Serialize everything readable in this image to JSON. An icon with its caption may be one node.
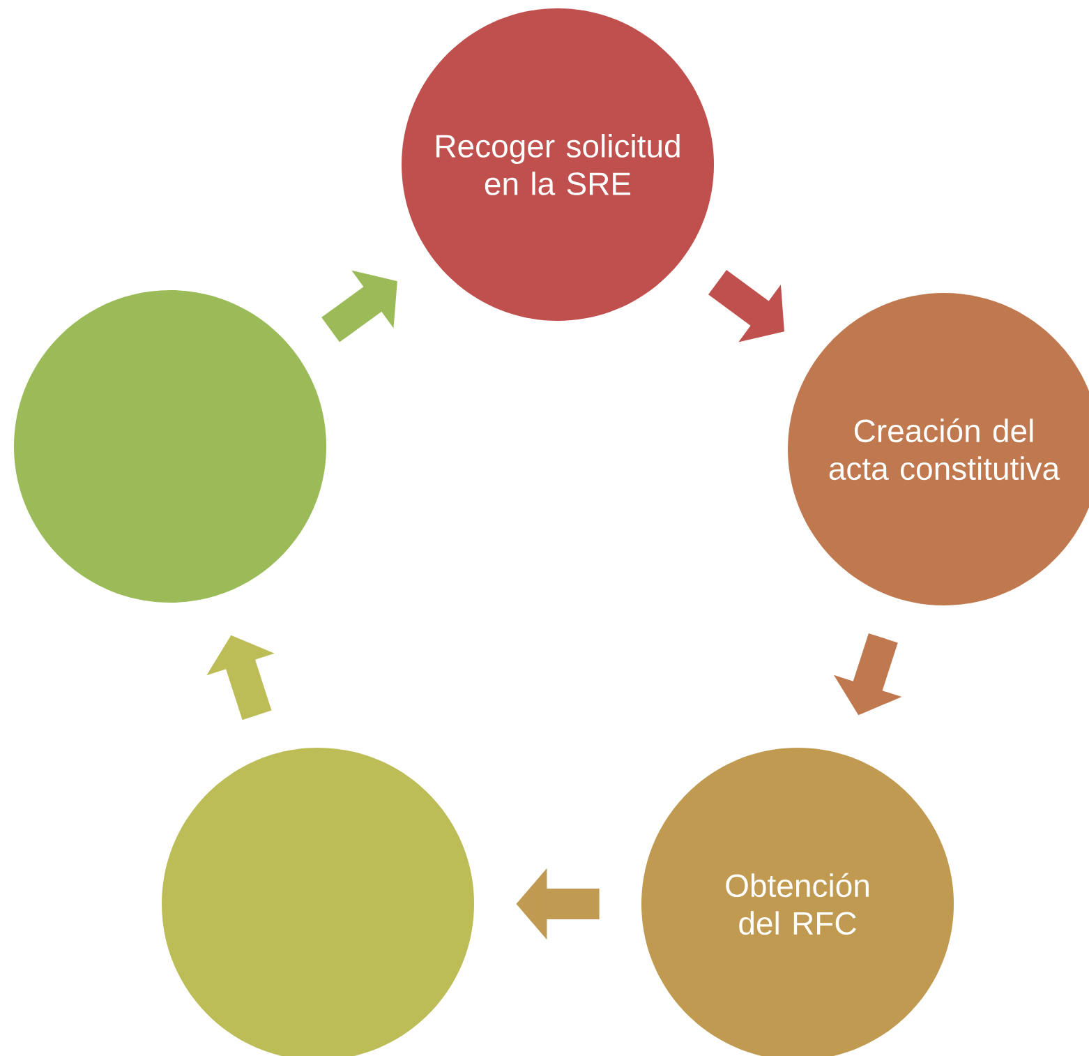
{
  "diagram": {
    "nodes": [
      {
        "text": [
          "Recoger solicitud en la SRE"
        ]
      },
      {
        "text": [
          "Creación del acta constitutiva"
        ]
      },
      {
        "text": [
          "Obtención del RFC"
        ]
      },
      {
        "text": [],
        "shape": "circle"
      },
      {
        "text": [],
        "shape": "circle"
      }
    ],
    "edges": [
      {
        "from": 0,
        "to": 1,
        "arrow": "to",
        "color": "#c0504d"
      },
      {
        "from": 1,
        "to": 2,
        "arrow": "to",
        "color": "#c0784f"
      },
      {
        "from": 2,
        "to": 4,
        "arrow": "to",
        "color": "#bf9a50"
      },
      {
        "from": 4,
        "to": 3,
        "arrow": "to",
        "color": "#bcbd56"
      },
      {
        "from": 3,
        "to": 0,
        "arrow": "to",
        "color": "#9bbb59"
      }
    ]
  }
}
